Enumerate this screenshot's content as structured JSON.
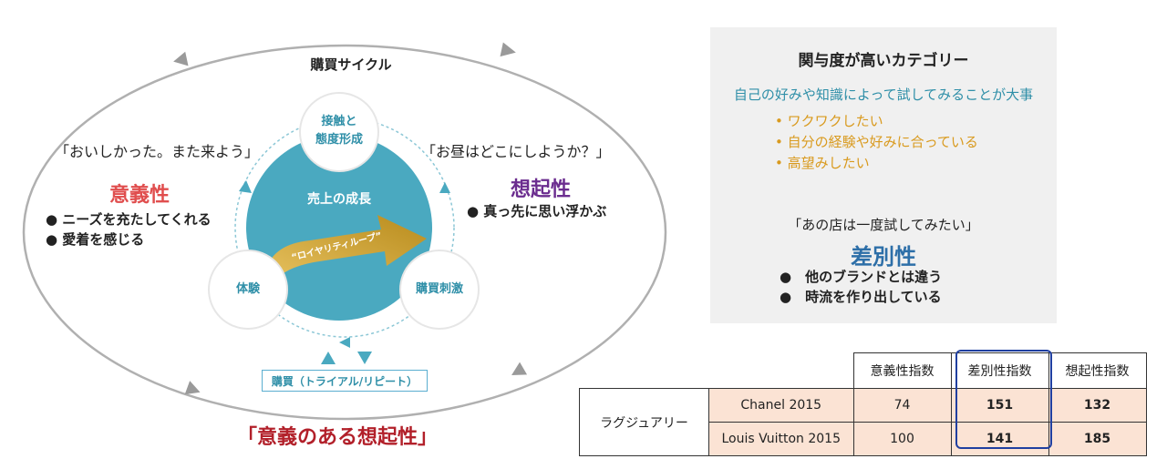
{
  "cycle": {
    "title": "購買サイクル",
    "center_label": "売上の成長",
    "loop_label": "“ロイヤリティループ”",
    "nodes": {
      "contact": "接触と",
      "contact_2": "態度形成",
      "experience": "体験",
      "stimulus": "購買刺激"
    },
    "purchase": "購買（トライアル/リピート）",
    "bottom_title": "「意義のある想起性」"
  },
  "left": {
    "quote": "「おいしかった。また来よう」",
    "heading": "意義性",
    "bullets": [
      "● ニーズを充たしてくれる",
      "● 愛着を感じる"
    ]
  },
  "right": {
    "quote": "「お昼はどこにしようか？」",
    "heading": "想起性",
    "bullets": [
      "● 真っ先に思い浮かぶ"
    ]
  },
  "panel": {
    "title": "関与度が高いカテゴリー",
    "subtitle": "自己の好みや知識によって試してみることが大事",
    "bullets": [
      "• ワクワクしたい",
      "• 自分の経験や好みに合っている",
      "• 高望みしたい"
    ],
    "quote": "「あの店は一度試してみたい」",
    "heading": "差別性",
    "bullets2": [
      "●　他のブランドとは違う",
      "●　時流を作り出している"
    ]
  },
  "table": {
    "headers": [
      "意義性指数",
      "差別性指数",
      "想起性指数"
    ],
    "category": "ラグジュアリー",
    "rows": [
      {
        "brand": "Chanel 2015",
        "values": [
          "74",
          "151",
          "132"
        ]
      },
      {
        "brand": "Louis Vuitton 2015",
        "values": [
          "100",
          "141",
          "185"
        ]
      }
    ]
  },
  "colors": {
    "teal": "#4aa9c0",
    "gold": "#c9a030",
    "red": "#e04e4e",
    "purple": "#6b2d8f",
    "dark_red": "#b2202a",
    "blue": "#2d6fa8"
  }
}
